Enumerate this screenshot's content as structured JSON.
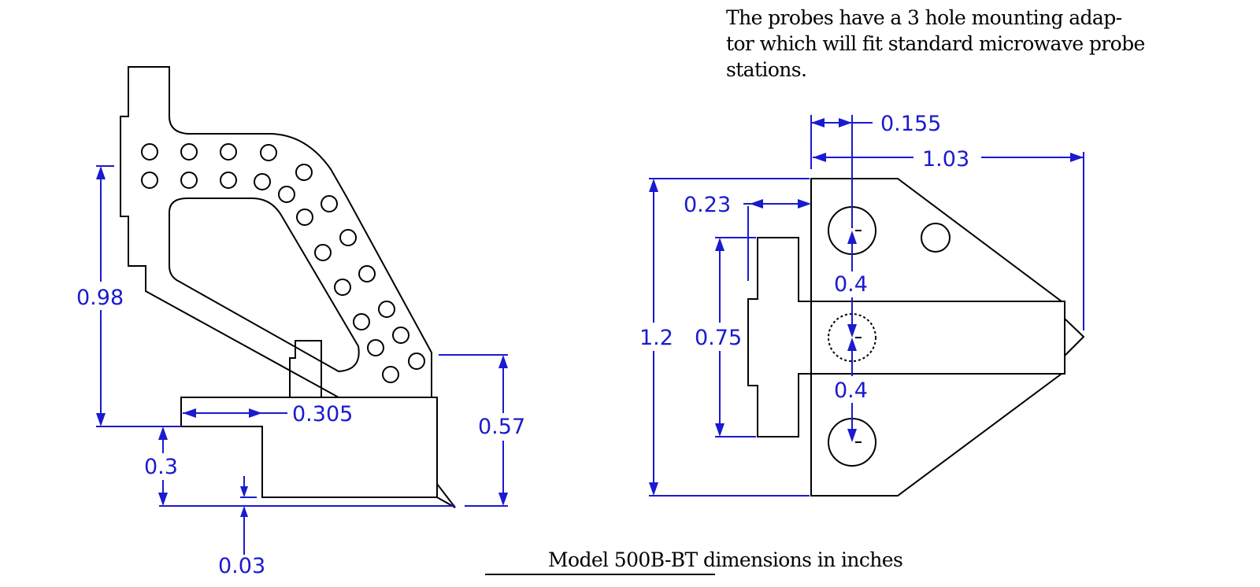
{
  "intro": {
    "lines": [
      "The probes have a 3 hole mounting adap-",
      "tor which will fit standard microwave probe",
      "stations."
    ]
  },
  "caption": "Model 500B-BT dimensions in inches",
  "side_view": {
    "dims": {
      "height_0_98": "0.98",
      "offset_0_305": "0.305",
      "height_0_3": "0.3",
      "height_0_57": "0.57",
      "tip_0_03": "0.03"
    }
  },
  "front_view": {
    "dims": {
      "hole_0_155": "0.155",
      "width_1_03": "1.03",
      "offset_0_23": "0.23",
      "pitch_upper_0_4": "0.4",
      "pitch_lower_0_4": "0.4",
      "height_1_2": "1.2",
      "height_0_75": "0.75"
    }
  },
  "colors": {
    "dimension": "#1a1acf",
    "outline": "#000000"
  }
}
